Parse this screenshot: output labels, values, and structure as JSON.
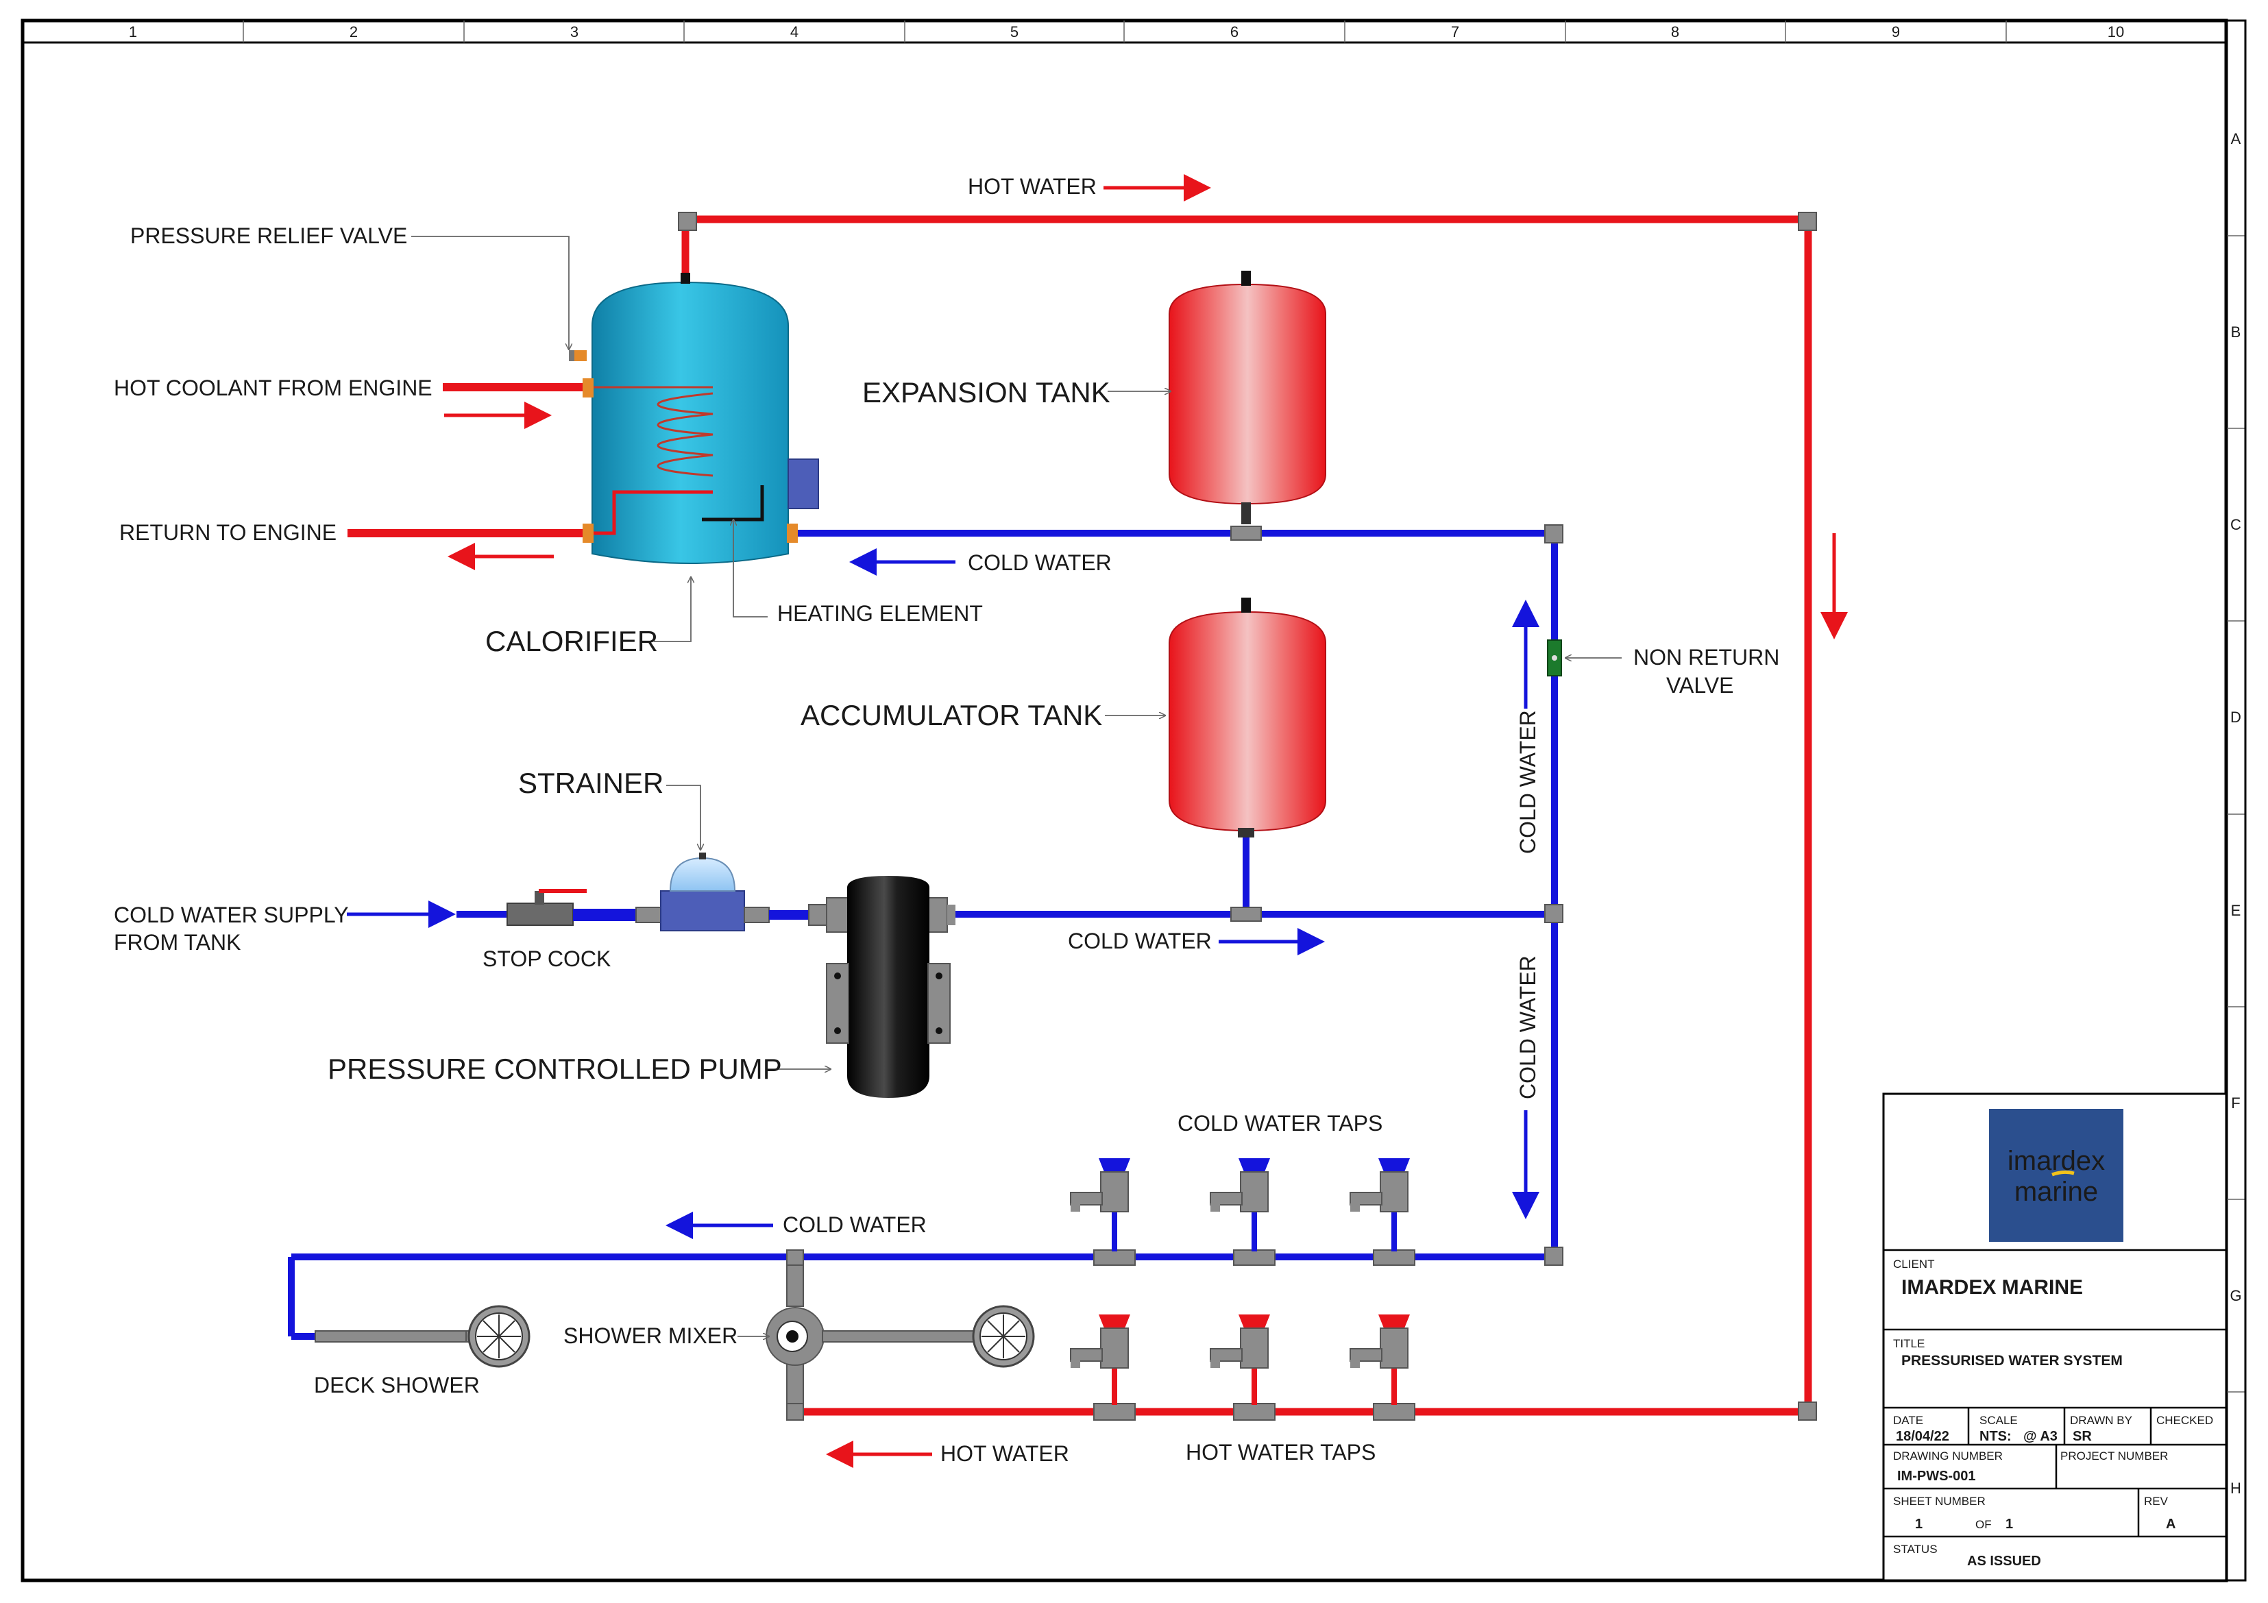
{
  "grid": {
    "columns": [
      "1",
      "2",
      "3",
      "4",
      "5",
      "6",
      "7",
      "8",
      "9",
      "10"
    ],
    "rows": [
      "A",
      "B",
      "C",
      "D",
      "E",
      "F",
      "G",
      "H"
    ]
  },
  "labels": {
    "hot_water_top": "HOT WATER",
    "pressure_relief_valve": "PRESSURE RELIEF VALVE",
    "hot_coolant_from_engine": "HOT COOLANT FROM ENGINE",
    "return_to_engine": "RETURN TO ENGINE",
    "expansion_tank": "EXPANSION TANK",
    "cold_water_upper": "COLD WATER",
    "heating_element": "HEATING ELEMENT",
    "calorifier": "CALORIFIER",
    "non_return_valve_line1": "NON RETURN",
    "non_return_valve_line2": "VALVE",
    "accumulator_tank": "ACCUMULATOR TANK",
    "cold_water_vertical_upper": "COLD WATER",
    "strainer": "STRAINER",
    "cold_water_supply_line1": "COLD WATER SUPPLY",
    "cold_water_supply_line2": "FROM TANK",
    "stop_cock": "STOP COCK",
    "cold_water_middle": "COLD WATER",
    "cold_water_vertical_lower": "COLD WATER",
    "pressure_controlled_pump": "PRESSURE CONTROLLED PUMP",
    "cold_water_taps": "COLD WATER TAPS",
    "cold_water_lower": "COLD WATER",
    "shower_mixer": "SHOWER MIXER",
    "deck_shower": "DECK SHOWER",
    "hot_water_bottom": "HOT WATER",
    "hot_water_taps": "HOT WATER TAPS"
  },
  "title_block": {
    "logo_line1": "imardex",
    "logo_line2": "marine",
    "client_label": "CLIENT",
    "client": "IMARDEX MARINE",
    "title_label": "TITLE",
    "title": "PRESSURISED WATER SYSTEM",
    "date_label": "DATE",
    "date": "18/04/22",
    "scale_label": "SCALE",
    "scale": "NTS:",
    "scale_size": "@ A3",
    "drawn_by_label": "DRAWN  BY",
    "drawn_by": "SR",
    "checked_label": "CHECKED",
    "drawing_number_label": "DRAWING  NUMBER",
    "drawing_number": "IM-PWS-001",
    "project_number_label": "PROJECT  NUMBER",
    "sheet_number_label": "SHEET  NUMBER",
    "sheet_number": "1",
    "sheet_of_label": "OF",
    "sheet_of": "1",
    "rev_label": "REV",
    "rev": "A",
    "status_label": "STATUS",
    "status": "AS ISSUED"
  },
  "colors": {
    "hot_pipe": "#e8141b",
    "cold_pipe": "#1414dc",
    "tank_red": "#e8141b",
    "calorifier": "#1aa7c9",
    "logo_bg": "#2b4f8e"
  }
}
